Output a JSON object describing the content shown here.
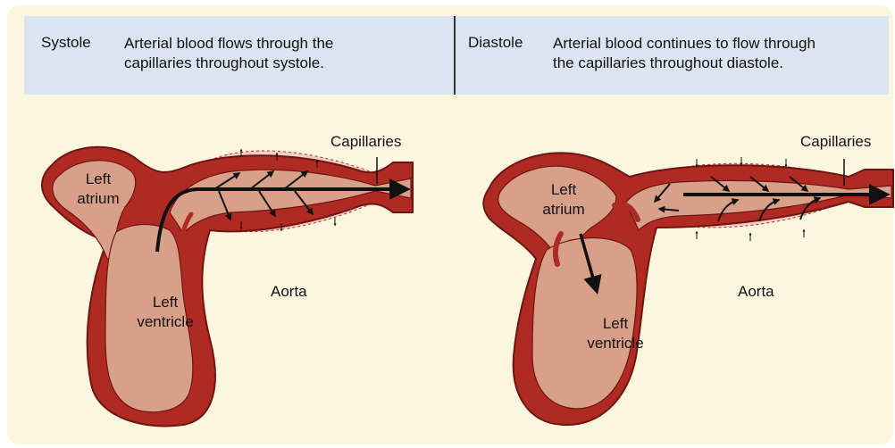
{
  "systole": {
    "term": "Systole",
    "description_line1": "Arterial blood flows through the",
    "description_line2": "capillaries throughout systole.",
    "labels": {
      "capillaries": "Capillaries",
      "left_atrium_1": "Left",
      "left_atrium_2": "atrium",
      "left_ventricle_1": "Left",
      "left_ventricle_2": "ventricle",
      "aorta": "Aorta"
    }
  },
  "diastole": {
    "term": "Diastole",
    "description_line1": "Arterial blood continues to flow through",
    "description_line2": "the capillaries throughout diastole.",
    "labels": {
      "capillaries": "Capillaries",
      "left_atrium_1": "Left",
      "left_atrium_2": "atrium",
      "left_ventricle_1": "Left",
      "left_ventricle_2": "ventricle",
      "aorta": "Aorta"
    }
  },
  "colors": {
    "panel_background": "#fdf6df",
    "header_background": "#dbe4f1",
    "tissue_wall": "#b02a24",
    "tissue_outline": "#6e1510",
    "blood_chamber": "#d9a089",
    "capillary_halo": "#f2cfc0",
    "arrow": "#111111"
  }
}
